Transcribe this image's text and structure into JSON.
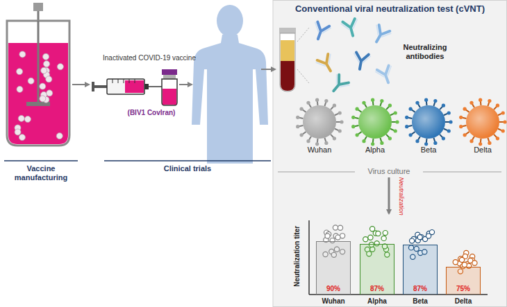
{
  "diagram": {
    "nodes": [
      {
        "text": [
          "Conventional viral neutralization test (cVNT)"
        ]
      },
      {
        "text": [
          "90%"
        ],
        "in": 0
      },
      {
        "text": [
          "87%"
        ],
        "in": 0
      },
      {
        "text": [
          "87%"
        ],
        "in": 0
      },
      {
        "text": [
          "75%"
        ],
        "in": 0
      }
    ],
    "labels": [
      "Inactivated COVID-19 vaccine",
      "(BIV1 CovIran)",
      "Vaccine manufacturing",
      "Clinical trials",
      "Neutralizing antibodies",
      "Wuhan",
      "Alpha",
      "Beta",
      "Delta",
      "Virus culture",
      "Neutralization",
      "Neutralization titer",
      "Wuhan",
      "Alpha",
      "Beta",
      "Delta"
    ]
  }
}
